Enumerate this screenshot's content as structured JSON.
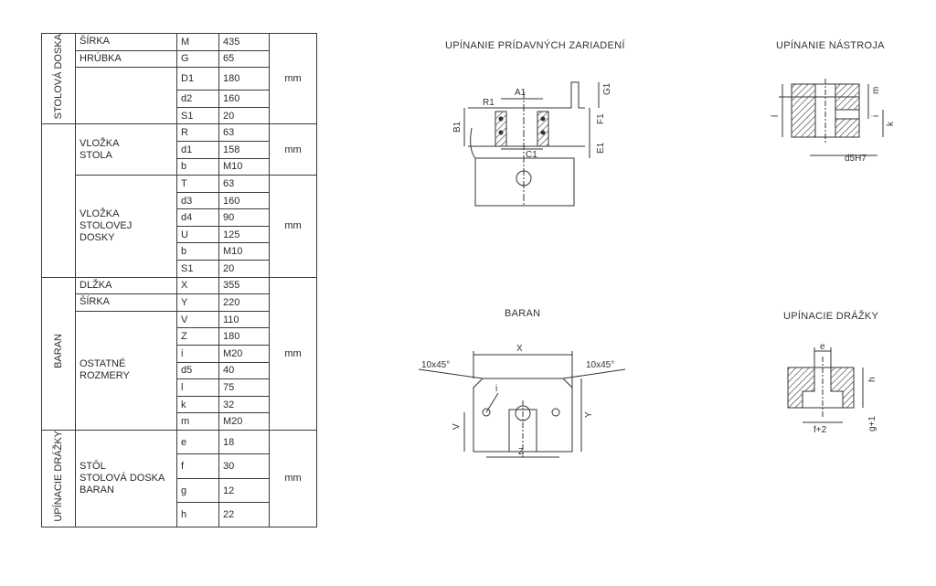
{
  "titles": {
    "pridavne": "UPÍNANIE PRÍDAVNÝCH ZARIADENÍ",
    "nastroja": "UPÍNANIE NÁSTROJA",
    "baran": "BARAN",
    "drazky": "UPÍNACIE DRÁŽKY"
  },
  "table": {
    "unit": "mm",
    "groups": {
      "stolova_doska": "STOLOVÁ DOSKA",
      "baran": "BARAN",
      "upinacie_drazky": "UPÍNACIE DRÁŽKY"
    },
    "labels": {
      "sirka": "ŠÍRKA",
      "hrubka": "HRÚBKA",
      "vlozka_stola": [
        "VLOŽKA",
        "STOLA"
      ],
      "vlozka_stolovej_dosky": [
        "VLOŽKA",
        "STOLOVEJ",
        "DOSKY"
      ],
      "dlzka": "DLŽKA",
      "sirka_baran": "ŠÍRKA",
      "ostatne_rozmery": [
        "OSTATNÉ",
        "ROZMERY"
      ],
      "drazky_items": [
        "STÔL",
        "STOLOVÁ DOSKA",
        "BARAN"
      ]
    },
    "rows": [
      {
        "sym": "M",
        "val": "435"
      },
      {
        "sym": "G",
        "val": "65"
      },
      {
        "sym": "D1",
        "val": "180"
      },
      {
        "sym": "d2",
        "val": "160"
      },
      {
        "sym": "S1",
        "val": "20"
      },
      {
        "sym": "R",
        "val": "63"
      },
      {
        "sym": "d1",
        "val": "158"
      },
      {
        "sym": "b",
        "val": "M10"
      },
      {
        "sym": "T",
        "val": "63"
      },
      {
        "sym": "d3",
        "val": "160"
      },
      {
        "sym": "d4",
        "val": "90"
      },
      {
        "sym": "U",
        "val": "125"
      },
      {
        "sym": "b",
        "val": "M10"
      },
      {
        "sym": "S1",
        "val": "20"
      },
      {
        "sym": "X",
        "val": "355"
      },
      {
        "sym": "Y",
        "val": "220"
      },
      {
        "sym": "V",
        "val": "110"
      },
      {
        "sym": "Z",
        "val": "180"
      },
      {
        "sym": "i",
        "val": "M20"
      },
      {
        "sym": "d5",
        "val": "40"
      },
      {
        "sym": "l",
        "val": "75"
      },
      {
        "sym": "k",
        "val": "32"
      },
      {
        "sym": "m",
        "val": "M20"
      },
      {
        "sym": "e",
        "val": "18"
      },
      {
        "sym": "f",
        "val": "30"
      },
      {
        "sym": "g",
        "val": "12"
      },
      {
        "sym": "h",
        "val": "22"
      }
    ]
  },
  "drawings": {
    "pridavne": {
      "a1": "A1",
      "r1": "R1",
      "b1": "B1",
      "c1": "C1",
      "f1": "F1",
      "e1": "E1",
      "g1": "G1"
    },
    "nastroja": {
      "l": "l",
      "m": "m",
      "i": "i",
      "k": "k",
      "d5": "d5H7"
    },
    "baran": {
      "x": "X",
      "y": "Y",
      "v": "V",
      "z": "Z",
      "chamfer_left": "10x45°",
      "chamfer_right": "10x45°",
      "i": "i"
    },
    "drazky": {
      "e": "e",
      "h": "h",
      "g": "g+1",
      "f": "f+2"
    }
  }
}
